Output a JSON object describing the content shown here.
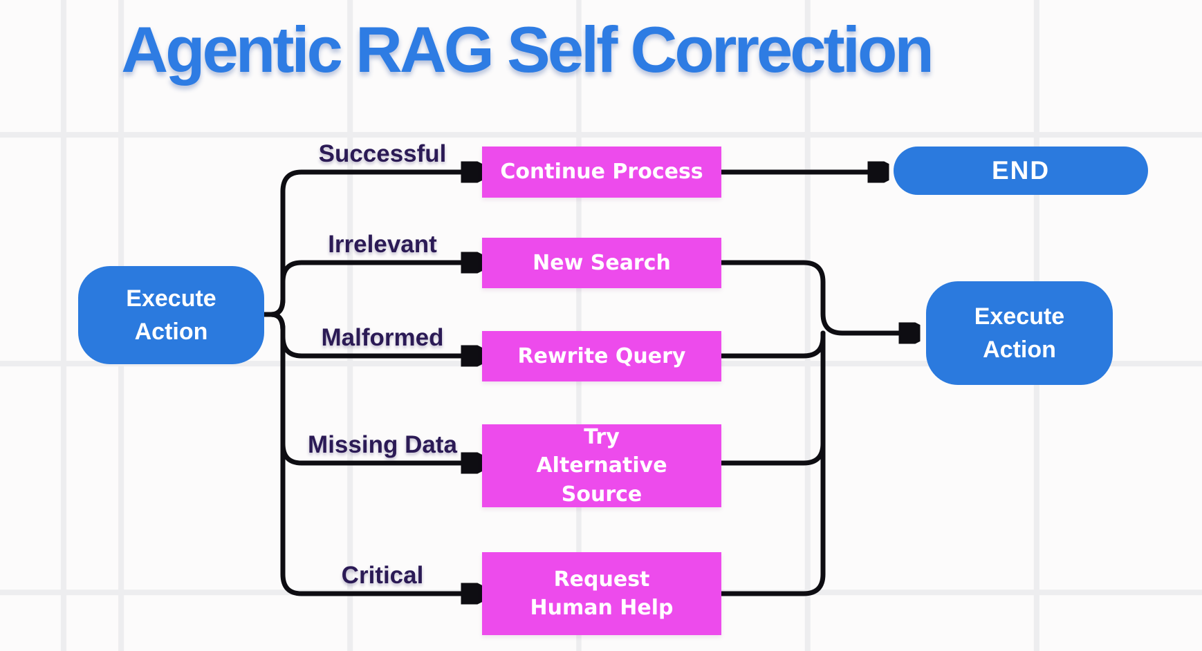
{
  "title": {
    "text": "Agentic RAG Self Correction"
  },
  "colors": {
    "title_blue": "#2e7ce3",
    "node_blue": "#2b7ade",
    "magenta": "#ed4bec",
    "label_purple": "#2b1a55",
    "arrow": "#0e0d12",
    "background": "#fcfbfb",
    "grid": "#ededef"
  },
  "diagram": {
    "start_node": {
      "label": "Execute Action"
    },
    "branches": [
      {
        "condition": "Successful",
        "action": "Continue Process"
      },
      {
        "condition": "Irrelevant",
        "action": "New Search"
      },
      {
        "condition": "Malformed",
        "action": "Rewrite Query"
      },
      {
        "condition": "Missing Data",
        "action": "Try Alternative Source"
      },
      {
        "condition": "Critical",
        "action": "Request Human Help"
      }
    ],
    "end_node": {
      "label": "END"
    },
    "retry_node": {
      "label": "Execute Action"
    }
  }
}
